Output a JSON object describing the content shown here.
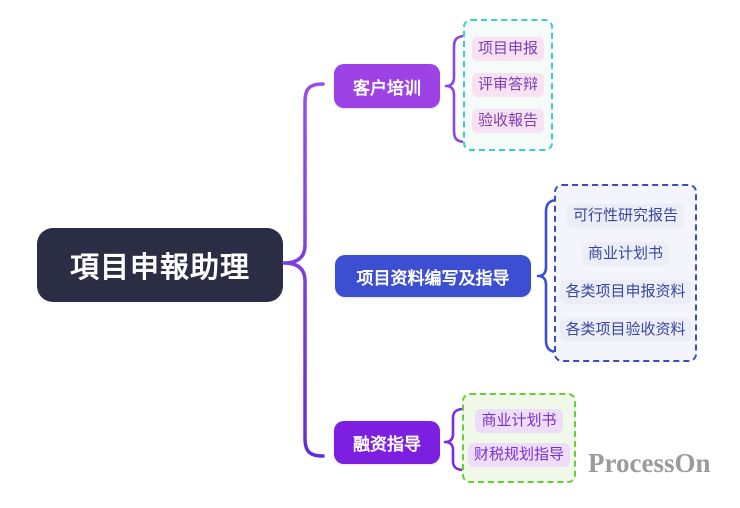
{
  "root": {
    "label": "項目申報助理"
  },
  "branches": [
    {
      "label": "客户培训",
      "children": [
        "项目申报",
        "评审答辩",
        "验收報告"
      ]
    },
    {
      "label": "项目资料编写及指导",
      "children": [
        "可行性研究报告",
        "商业计划书",
        "各类项目申报资料",
        "各类项目验收资料"
      ]
    },
    {
      "label": "融资指导",
      "children": [
        "商业计划书",
        "财税规划指导"
      ]
    }
  ],
  "watermark": "ProcessOn",
  "colors": {
    "root_bg": "#2b2d45",
    "branch1_bg": "#9d43e6",
    "branch2_bg": "#3c4fd2",
    "branch3_bg": "#7c1fe0",
    "brace_main_top": "#9a4de8",
    "brace_main_bottom": "#5e2fd6",
    "brace1": "#8b46e0",
    "brace2": "#3b4ed0",
    "brace3": "#7d2be0",
    "box1_border": "#3bcfc3",
    "box1_bg": "#f4fbf8",
    "box2_border": "#3c4cc0",
    "box2_bg": "#f4f5fc",
    "box3_border": "#68ce37",
    "box3_bg": "#eff8e9",
    "chip1_bg": "#f8e1f1",
    "chip1_text": "#7b40b8",
    "chip2_bg": "#ebeef7",
    "chip2_text": "#3a479e",
    "chip3_bg": "#eeddf6",
    "chip3_text": "#7a2fd0",
    "watermark_text": "#9b9b9b"
  }
}
